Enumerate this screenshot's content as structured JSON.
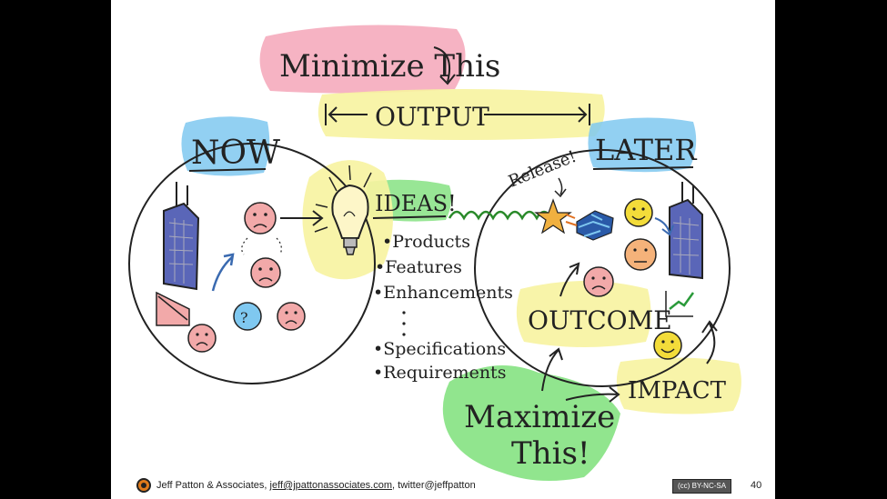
{
  "diagram": {
    "minimize": "Minimize This",
    "output": "OUTPUT",
    "now": "NOW",
    "later": "LATER",
    "release": "Release!",
    "ideas": "IDEAS!",
    "list_items": [
      "•Products",
      "•Features",
      "•Enhancements",
      "•Specifications",
      "•Requirements"
    ],
    "outcome": "OUTCOME",
    "impact": "IMPACT",
    "maximize_line1": "Maximize",
    "maximize_line2": "This!",
    "question_mark": "?",
    "colors": {
      "pink_highlight": "#f4a6b8",
      "yellow_highlight": "#f7f3a0",
      "blue_highlight": "#7fc8f0",
      "green_highlight": "#7ee07a",
      "face_pink": "#f2a9a9",
      "face_yellow": "#f3dc3a",
      "face_orange": "#f5b27a",
      "building": "#5a66b8"
    }
  },
  "footer": {
    "credit_prefix": "Jeff Patton & Associates, ",
    "email": "jeff@jpattonassociates.com",
    "credit_suffix": ", twitter@jeffpatton",
    "license": "BY-NC-SA",
    "page_number": "40"
  }
}
